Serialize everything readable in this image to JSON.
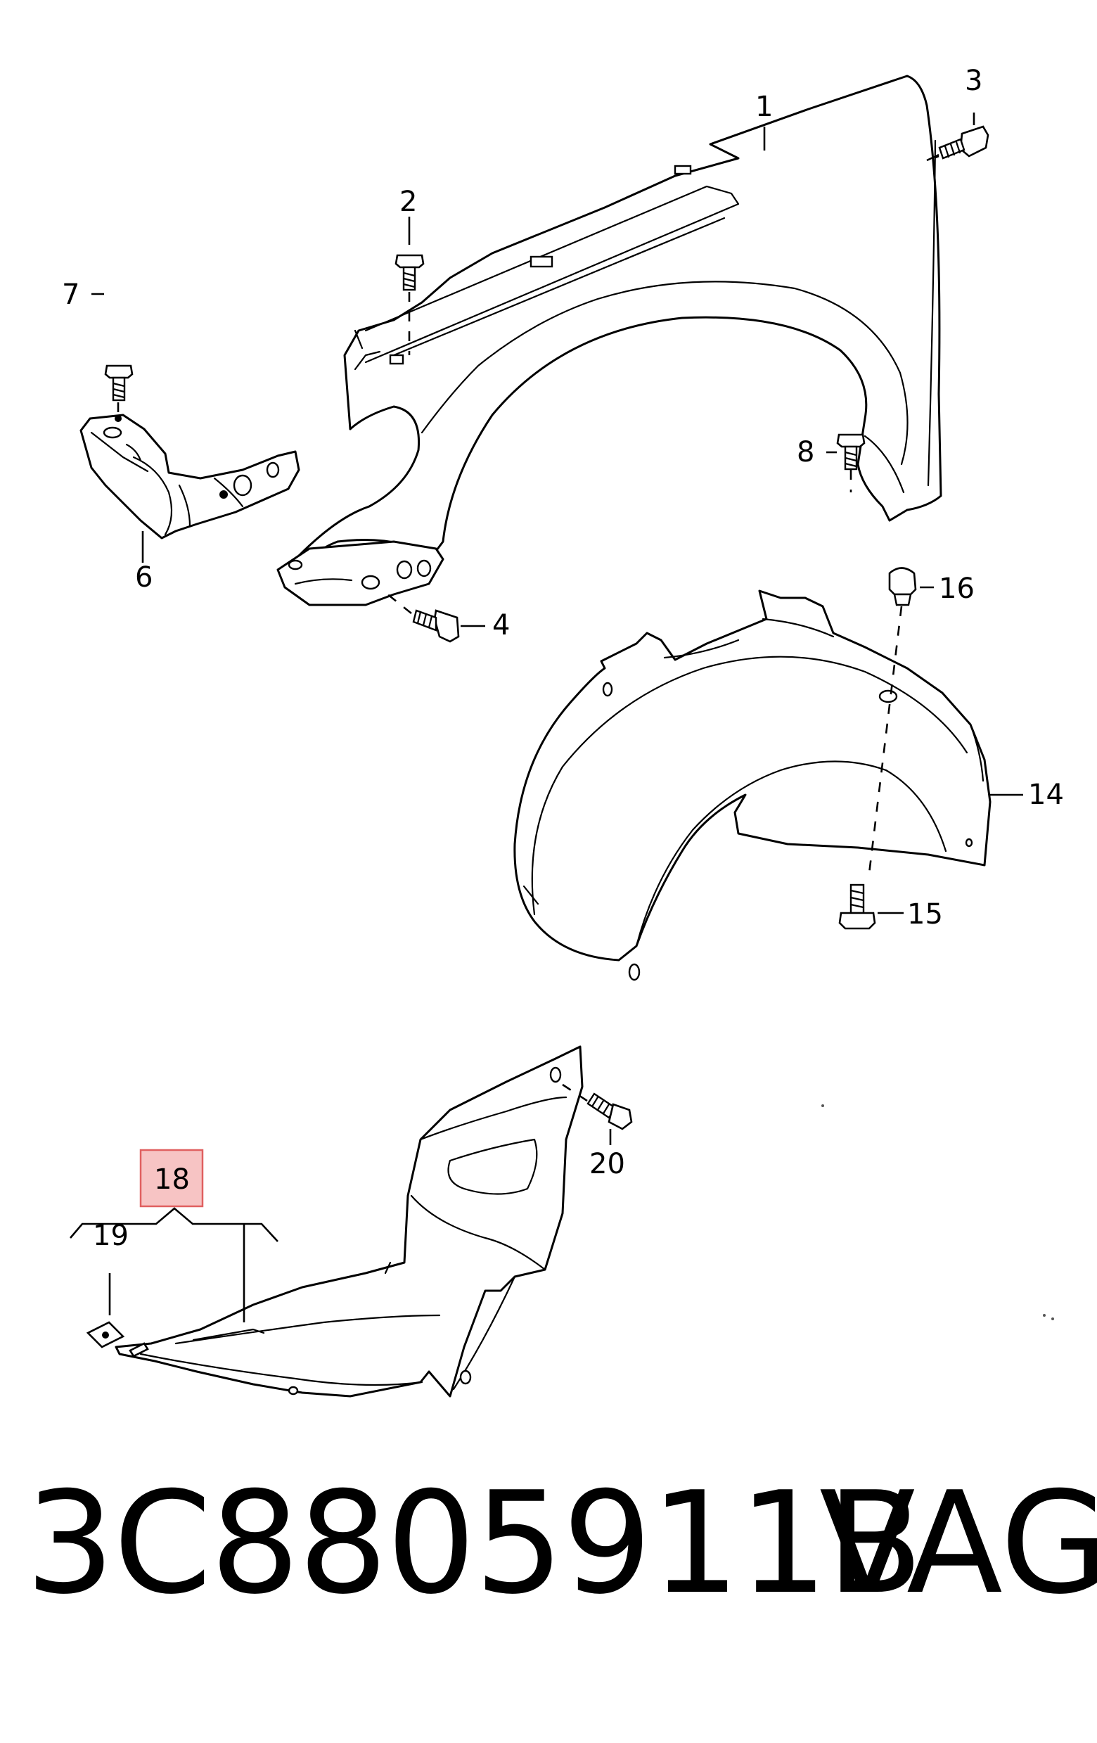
{
  "callouts": {
    "c1": "1",
    "c2": "2",
    "c3": "3",
    "c4": "4",
    "c6": "6",
    "c7": "7",
    "c8": "8",
    "c14": "14",
    "c15": "15",
    "c16": "16",
    "c18": "18",
    "c19": "19",
    "c20": "20"
  },
  "highlight_color": "#f7c4c4",
  "footer": {
    "part_number": "3C8805911B",
    "brand": "VAG"
  }
}
